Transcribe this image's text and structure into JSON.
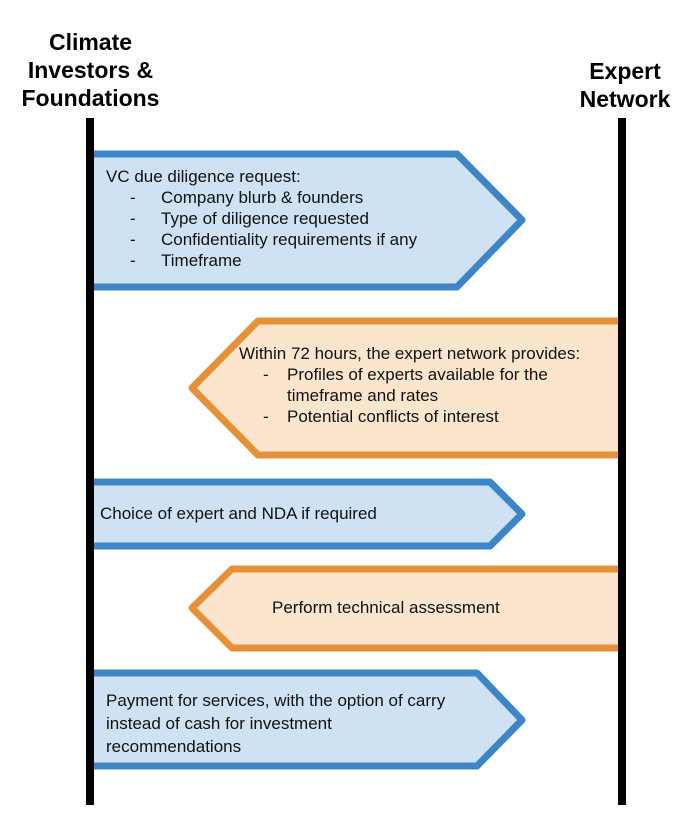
{
  "actors": {
    "left": "Climate Investors & Foundations",
    "right": "Expert Network"
  },
  "colors": {
    "lifeline": "#000000",
    "request_stroke": "#3d85c6",
    "request_fill": "#cfe2f3",
    "response_stroke": "#e69138",
    "response_fill": "#fce5cd"
  },
  "messages": [
    {
      "direction": "left-to-right",
      "heading": "VC due diligence request:",
      "bullets": [
        "Company blurb  & founders",
        "Type of diligence requested",
        "Confidentiality requirements if any",
        "Timeframe"
      ]
    },
    {
      "direction": "right-to-left",
      "heading": "Within 72 hours, the expert network provides:",
      "bullets": [
        "Profiles of experts available for the timeframe and rates",
        "Potential conflicts of interest"
      ]
    },
    {
      "direction": "left-to-right",
      "heading": "Choice of expert and NDA if required",
      "bullets": []
    },
    {
      "direction": "right-to-left",
      "heading": "Perform technical assessment",
      "bullets": []
    },
    {
      "direction": "left-to-right",
      "heading": "Payment for services, with the option of carry instead of cash for investment recommendations",
      "bullets": []
    }
  ]
}
